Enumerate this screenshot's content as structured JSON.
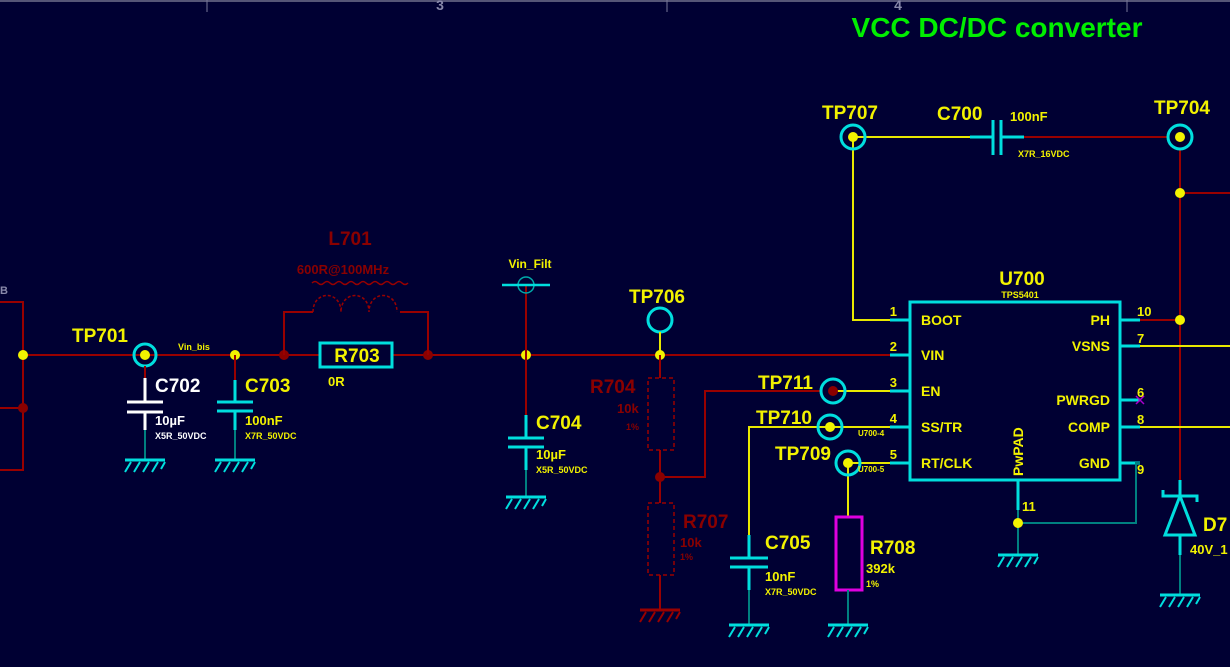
{
  "ruler": {
    "col3": "3",
    "col4": "4",
    "left_row": "B"
  },
  "title": "VCC DC/DC converter",
  "colors": {
    "background": "#000033",
    "wire_red": "#990000",
    "wire_yellow": "#e8e800",
    "symbol_cyan": "#00dede",
    "title_green": "#00ee00",
    "resistor_magenta": "#e000e0"
  },
  "nets": {
    "vin_bis": "Vin_bis",
    "vin_filt": "Vin_Filt",
    "u700_4": "U700-4",
    "u700_5": "U700-5"
  },
  "components": {
    "tp701": "TP701",
    "tp704": "TP704",
    "tp706": "TP706",
    "tp707": "TP707",
    "tp709": "TP709",
    "tp710": "TP710",
    "tp711": "TP711",
    "c700": {
      "ref": "C700",
      "value": "100nF",
      "rating": "X7R_16VDC"
    },
    "c702": {
      "ref": "C702",
      "value": "10µF",
      "rating": "X5R_50VDC"
    },
    "c703": {
      "ref": "C703",
      "value": "100nF",
      "rating": "X7R_50VDC"
    },
    "c704": {
      "ref": "C704",
      "value": "10µF",
      "rating": "X5R_50VDC"
    },
    "c705": {
      "ref": "C705",
      "value": "10nF",
      "rating": "X7R_50VDC"
    },
    "l701": {
      "ref": "L701",
      "value": "600R@100MHz"
    },
    "r703": {
      "ref": "R703",
      "value": "0R"
    },
    "r704": {
      "ref": "R704",
      "value": "10k",
      "tol": "1%"
    },
    "r707": {
      "ref": "R707",
      "value": "10k",
      "tol": "1%"
    },
    "r708": {
      "ref": "R708",
      "value": "392k",
      "tol": "1%"
    },
    "d7": {
      "ref": "D7",
      "value": "40V_1"
    },
    "u700": {
      "ref": "U700",
      "part": "TPS5401",
      "left_pins": [
        {
          "num": "1",
          "name": "BOOT"
        },
        {
          "num": "2",
          "name": "VIN"
        },
        {
          "num": "3",
          "name": "EN"
        },
        {
          "num": "4",
          "name": "SS/TR"
        },
        {
          "num": "5",
          "name": "RT/CLK"
        }
      ],
      "right_pins": [
        {
          "num": "10",
          "name": "PH"
        },
        {
          "num": "7",
          "name": "VSNS"
        },
        {
          "num": "6",
          "name": "PWRGD"
        },
        {
          "num": "8",
          "name": "COMP"
        },
        {
          "num": "9",
          "name": "GND"
        }
      ],
      "pad": {
        "num": "11",
        "name": "PwPAD"
      }
    }
  }
}
